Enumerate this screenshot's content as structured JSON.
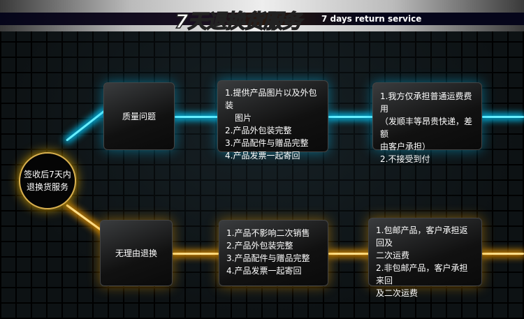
{
  "header": {
    "title": "7天退换货服务",
    "subtitle": "7 days return service"
  },
  "center": {
    "lines": [
      "签收后7天内",
      "退换货服务"
    ]
  },
  "quality": {
    "label": "质量问题",
    "requirements": [
      "1.提供产品图片以及外包装",
      "图片",
      "2.产品外包装完整",
      "3.产品配件与赠品完整",
      "4.产品发票一起寄回"
    ],
    "shipping": [
      "1.我方仅承担普通运费费用",
      "（发顺丰等昂贵快递，差额",
      "由客户承担）",
      "2.不接受到付"
    ]
  },
  "no_reason": {
    "label": "无理由退换",
    "requirements": [
      "1.产品不影响二次销售",
      "2.产品外包装完整",
      "3.产品配件与赠品完整",
      "4.产品发票一起寄回"
    ],
    "shipping": [
      "1.包邮产品，客户承担返回及",
      "二次运费",
      "2.非包邮产品，客户承担来回",
      "及二次运费"
    ]
  },
  "colors": {
    "top_glow": "#00ccff",
    "bottom_glow": "#ee9900"
  }
}
